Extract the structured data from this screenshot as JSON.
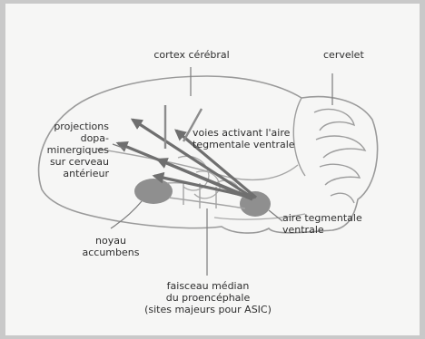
{
  "labels": {
    "cortex": "cortex cérébral",
    "cervelet": "cervelet",
    "projections": [
      "projections",
      "dopa-",
      "minergiques",
      "sur cerveau",
      "antérieur"
    ],
    "voies": [
      "voies activant l'aire",
      "tegmentale ventrale"
    ],
    "vta": [
      "aire tegmentale",
      "ventrale"
    ],
    "accumbens": [
      "noyau",
      "accumbens"
    ],
    "faisceau": [
      "faisceau médian",
      "du proencéphale",
      "(sites majeurs pour ASIC)"
    ]
  }
}
